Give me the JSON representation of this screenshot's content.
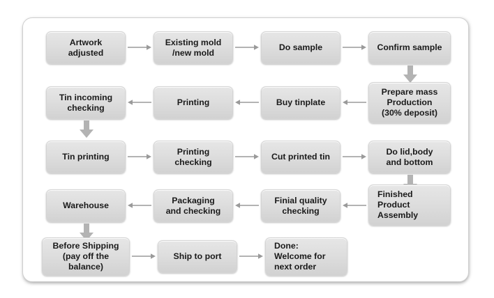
{
  "diagram": {
    "title": "Tin box production process flowchart",
    "colors": {
      "page_background": "#ffffff",
      "frame_border": "#cfcfcf",
      "node_fill_top": "#e6e6e6",
      "node_fill_bottom": "#d2d2d2",
      "node_text": "#1a1a1a",
      "arrow_thin": "#9a9a9a",
      "arrow_block": "#b3b3b3"
    },
    "rows": [
      {
        "row_index": 1,
        "direction": "left-to-right",
        "nodes": [
          {
            "id": "artwork-adjusted",
            "label": "Artwork\nadjusted",
            "align": "center"
          },
          {
            "id": "existing-new-mold",
            "label": "Existing mold\n/new mold",
            "align": "center"
          },
          {
            "id": "do-sample",
            "label": "Do sample",
            "align": "center"
          },
          {
            "id": "confirm-sample",
            "label": "Confirm sample",
            "align": "center"
          }
        ]
      },
      {
        "row_index": 2,
        "direction": "right-to-left",
        "nodes": [
          {
            "id": "tin-incoming-checking",
            "label": "Tin incoming\nchecking",
            "align": "center"
          },
          {
            "id": "printing",
            "label": "Printing",
            "align": "center"
          },
          {
            "id": "buy-tinplate",
            "label": "Buy tinplate",
            "align": "center"
          },
          {
            "id": "prepare-mass-production",
            "label": "Prepare mass\nProduction\n(30% deposit)",
            "align": "center"
          }
        ]
      },
      {
        "row_index": 3,
        "direction": "left-to-right",
        "nodes": [
          {
            "id": "tin-printing",
            "label": "Tin  printing",
            "align": "center"
          },
          {
            "id": "printing-checking",
            "label": "Printing\nchecking",
            "align": "center"
          },
          {
            "id": "cut-printed-tin",
            "label": "Cut printed tin",
            "align": "center"
          },
          {
            "id": "do-lid-body-bottom",
            "label": "Do lid,body\nand bottom",
            "align": "center"
          }
        ]
      },
      {
        "row_index": 4,
        "direction": "right-to-left",
        "nodes": [
          {
            "id": "warehouse",
            "label": "Warehouse",
            "align": "center"
          },
          {
            "id": "packaging-and-checking",
            "label": "Packaging\nand checking",
            "align": "center"
          },
          {
            "id": "finial-quality-checking",
            "label": "Finial quality\nchecking",
            "align": "center"
          },
          {
            "id": "finished-product-assembly",
            "label": "Finished\nProduct\nAssembly",
            "align": "left"
          }
        ]
      },
      {
        "row_index": 5,
        "direction": "left-to-right",
        "nodes": [
          {
            "id": "before-shipping",
            "label": "Before Shipping\n(pay off the\nbalance)",
            "align": "center"
          },
          {
            "id": "ship-to-port",
            "label": "Ship to port",
            "align": "center"
          },
          {
            "id": "done-welcome-next-order",
            "label": "Done:\nWelcome for\nnext order",
            "align": "left"
          }
        ]
      }
    ],
    "connectors": {
      "horizontal_right": [
        "r1c1-r1c2",
        "r1c2-r1c3",
        "r1c3-r1c4",
        "r3c1-r3c2",
        "r3c2-r3c3",
        "r3c3-r3c4",
        "r5c1-r5c2",
        "r5c2-r5c3"
      ],
      "horizontal_left": [
        "r2c4-r2c3",
        "r2c3-r2c2",
        "r2c2-r2c1",
        "r4c4-r4c3",
        "r4c3-r4c2",
        "r4c2-r4c1"
      ],
      "vertical_down": [
        "confirm-sample-to-prepare-mass",
        "tin-incoming-to-tin-printing",
        "do-lid-to-finished-product",
        "warehouse-to-before-shipping"
      ]
    }
  }
}
